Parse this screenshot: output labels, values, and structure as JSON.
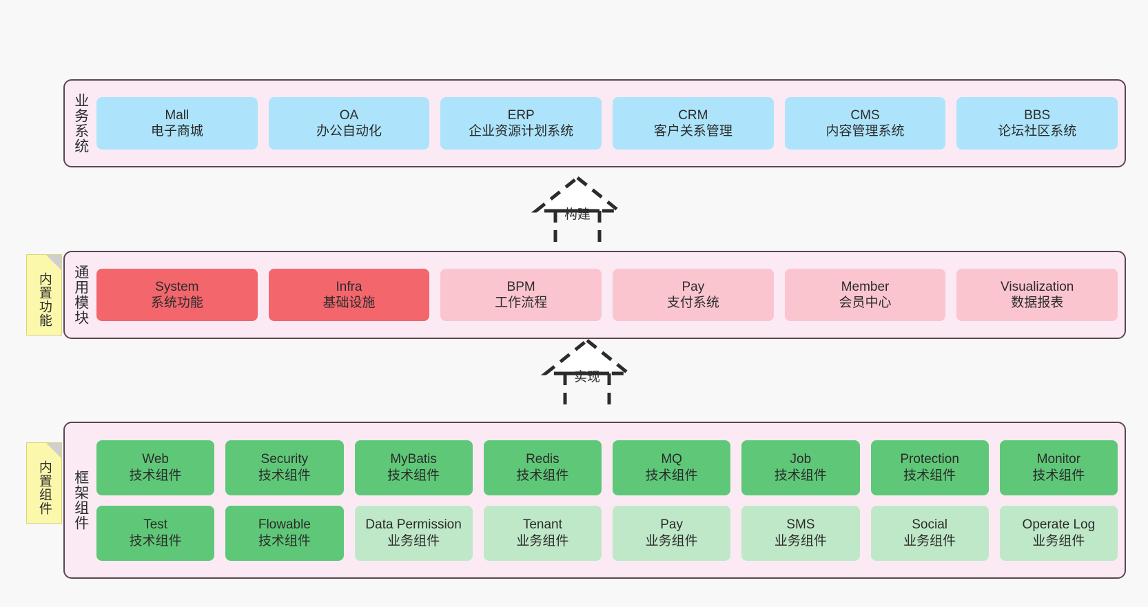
{
  "diagram": {
    "background_color": "#f8f8f8",
    "band_color": "#fbeaf4",
    "band_border_color": "#5a4550",
    "note_color": "#fbf8ab",
    "colors": {
      "blue": "#ade4fb",
      "red": "#f2666c",
      "pink": "#fbc5d0",
      "green": "#5fc878",
      "green_light": "#bfe8c8"
    }
  },
  "layers": [
    {
      "key": "business",
      "title": "业务系统",
      "rows": [
        [
          {
            "name": "Mall",
            "desc": "电子商城",
            "style": "blue"
          },
          {
            "name": "OA",
            "desc": "办公自动化",
            "style": "blue"
          },
          {
            "name": "ERP",
            "desc": "企业资源计划系统",
            "style": "blue"
          },
          {
            "name": "CRM",
            "desc": "客户关系管理",
            "style": "blue"
          },
          {
            "name": "CMS",
            "desc": "内容管理系统",
            "style": "blue"
          },
          {
            "name": "BBS",
            "desc": "论坛社区系统",
            "style": "blue"
          }
        ]
      ]
    },
    {
      "key": "common",
      "title": "通用模块",
      "note": "内置功能",
      "rows": [
        [
          {
            "name": "System",
            "desc": "系统功能",
            "style": "red"
          },
          {
            "name": "Infra",
            "desc": "基础设施",
            "style": "red"
          },
          {
            "name": "BPM",
            "desc": "工作流程",
            "style": "pink"
          },
          {
            "name": "Pay",
            "desc": "支付系统",
            "style": "pink"
          },
          {
            "name": "Member",
            "desc": "会员中心",
            "style": "pink"
          },
          {
            "name": "Visualization",
            "desc": "数据报表",
            "style": "pink"
          }
        ]
      ]
    },
    {
      "key": "framework",
      "title": "框架组件",
      "note": "内置组件",
      "rows": [
        [
          {
            "name": "Web",
            "desc": "技术组件",
            "style": "green"
          },
          {
            "name": "Security",
            "desc": "技术组件",
            "style": "green"
          },
          {
            "name": "MyBatis",
            "desc": "技术组件",
            "style": "green"
          },
          {
            "name": "Redis",
            "desc": "技术组件",
            "style": "green"
          },
          {
            "name": "MQ",
            "desc": "技术组件",
            "style": "green"
          },
          {
            "name": "Job",
            "desc": "技术组件",
            "style": "green"
          },
          {
            "name": "Protection",
            "desc": "技术组件",
            "style": "green"
          },
          {
            "name": "Monitor",
            "desc": "技术组件",
            "style": "green"
          }
        ],
        [
          {
            "name": "Test",
            "desc": "技术组件",
            "style": "green"
          },
          {
            "name": "Flowable",
            "desc": "技术组件",
            "style": "green"
          },
          {
            "name": "Data Permission",
            "desc": "业务组件",
            "style": "green_light"
          },
          {
            "name": "Tenant",
            "desc": "业务组件",
            "style": "green_light"
          },
          {
            "name": "Pay",
            "desc": "业务组件",
            "style": "green_light"
          },
          {
            "name": "SMS",
            "desc": "业务组件",
            "style": "green_light"
          },
          {
            "name": "Social",
            "desc": "业务组件",
            "style": "green_light"
          },
          {
            "name": "Operate Log",
            "desc": "业务组件",
            "style": "green_light"
          }
        ]
      ]
    }
  ],
  "connectors": [
    {
      "key": "build",
      "label": "构建",
      "direction": "up",
      "line": "dashed",
      "head": "hollow-triangle"
    },
    {
      "key": "impl",
      "label": "实现",
      "direction": "up",
      "line": "dashed",
      "head": "hollow-triangle"
    }
  ]
}
